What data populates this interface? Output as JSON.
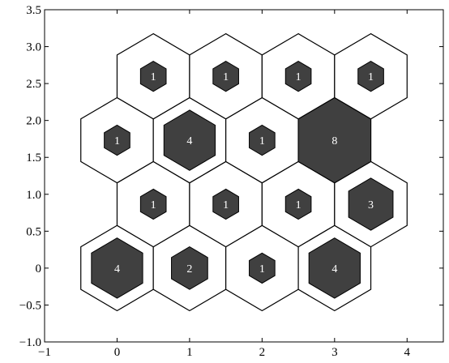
{
  "chart_data": {
    "type": "hexagonal-grid",
    "xlim": [
      -1,
      4.5
    ],
    "ylim": [
      -1.0,
      3.5
    ],
    "xticks": [
      {
        "value": -1,
        "label": "−1"
      },
      {
        "value": 0,
        "label": "0"
      },
      {
        "value": 1,
        "label": "1"
      },
      {
        "value": 2,
        "label": "2"
      },
      {
        "value": 3,
        "label": "3"
      },
      {
        "value": 4,
        "label": "4"
      }
    ],
    "yticks": [
      {
        "value": -1.0,
        "label": "−1.0"
      },
      {
        "value": -0.5,
        "label": "−0.5"
      },
      {
        "value": 0,
        "label": "0"
      },
      {
        "value": 0.5,
        "label": "0.5"
      },
      {
        "value": 1.0,
        "label": "1.0"
      },
      {
        "value": 1.5,
        "label": "1.5"
      },
      {
        "value": 2.0,
        "label": "2.0"
      },
      {
        "value": 2.5,
        "label": "2.5"
      },
      {
        "value": 3.0,
        "label": "3.0"
      },
      {
        "value": 3.5,
        "label": "3.5"
      }
    ],
    "max_hits": 8,
    "neurons": [
      {
        "x": 0,
        "y": 0,
        "hits": 4,
        "label": "4"
      },
      {
        "x": 1,
        "y": 0,
        "hits": 2,
        "label": "2"
      },
      {
        "x": 2,
        "y": 0,
        "hits": 1,
        "label": "1"
      },
      {
        "x": 3,
        "y": 0,
        "hits": 4,
        "label": "4"
      },
      {
        "x": 0.5,
        "y": 0.866,
        "hits": 1,
        "label": "1"
      },
      {
        "x": 1.5,
        "y": 0.866,
        "hits": 1,
        "label": "1"
      },
      {
        "x": 2.5,
        "y": 0.866,
        "hits": 1,
        "label": "1"
      },
      {
        "x": 3.5,
        "y": 0.866,
        "hits": 3,
        "label": "3"
      },
      {
        "x": 0,
        "y": 1.732,
        "hits": 1,
        "label": "1"
      },
      {
        "x": 1,
        "y": 1.732,
        "hits": 4,
        "label": "4"
      },
      {
        "x": 2,
        "y": 1.732,
        "hits": 1,
        "label": "1"
      },
      {
        "x": 3,
        "y": 1.732,
        "hits": 8,
        "label": "8"
      },
      {
        "x": 0.5,
        "y": 2.598,
        "hits": 1,
        "label": "1"
      },
      {
        "x": 1.5,
        "y": 2.598,
        "hits": 1,
        "label": "1"
      },
      {
        "x": 2.5,
        "y": 2.598,
        "hits": 1,
        "label": "1"
      },
      {
        "x": 3.5,
        "y": 2.598,
        "hits": 1,
        "label": "1"
      }
    ],
    "colors": {
      "outline": "#000000",
      "hit_fill": "#404040",
      "hit_text": "#ffffff",
      "background": "#ffffff"
    }
  }
}
